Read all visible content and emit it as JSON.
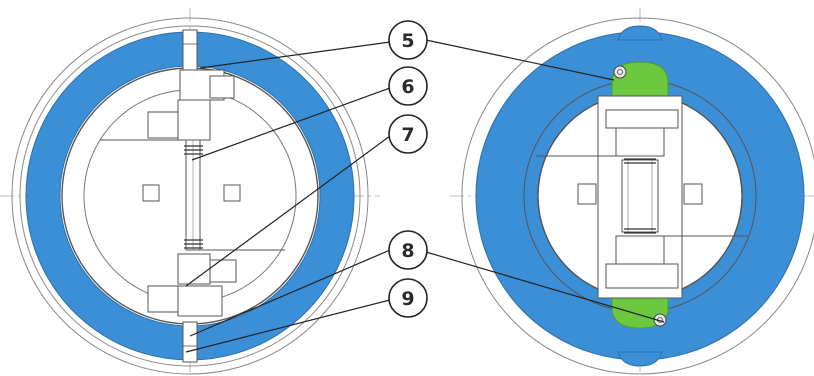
{
  "callouts": [
    {
      "id": "c5",
      "label": "5"
    },
    {
      "id": "c6",
      "label": "6"
    },
    {
      "id": "c7",
      "label": "7"
    },
    {
      "id": "c8",
      "label": "8"
    },
    {
      "id": "c9",
      "label": "9"
    }
  ],
  "colors": {
    "seat_ring": "#3a8fd6",
    "seal_pad": "#6cc93f",
    "line": "#555555",
    "construction_line": "#9a9a9a",
    "background": "#ffffff"
  }
}
